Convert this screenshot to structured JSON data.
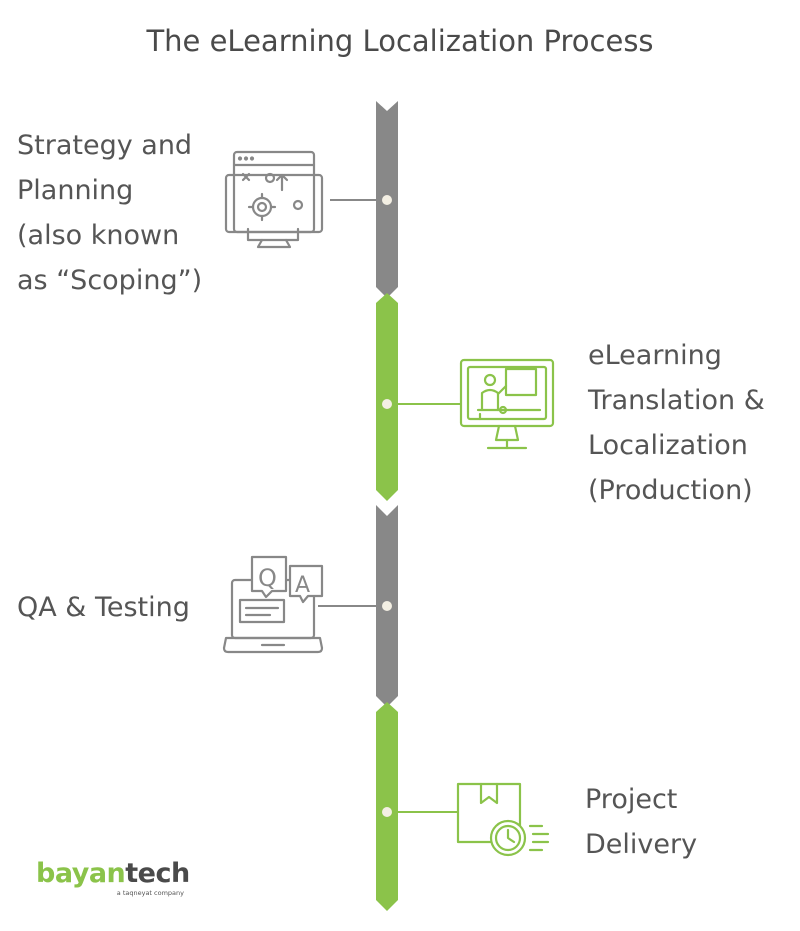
{
  "title": "The eLearning Localization Process",
  "colors": {
    "gray": "#888888",
    "green": "#8bc34a",
    "text": "#555555",
    "dot": "#f3efe3"
  },
  "steps": [
    {
      "lines": [
        "Strategy and",
        "Planning",
        "(also known",
        "as “Scoping”)"
      ],
      "color": "gray",
      "icon": "monitor-strategy-icon"
    },
    {
      "lines": [
        "eLearning",
        "Translation &",
        "Localization",
        "(Production)"
      ],
      "color": "green",
      "icon": "monitor-presentation-icon"
    },
    {
      "lines": [
        "QA & Testing"
      ],
      "color": "gray",
      "icon": "laptop-qa-icon"
    },
    {
      "lines": [
        "Project",
        "Delivery"
      ],
      "color": "green",
      "icon": "package-clock-icon"
    }
  ],
  "logo": {
    "part1": "bayan",
    "part2": "tech",
    "tagline": "a taqneyat company"
  }
}
